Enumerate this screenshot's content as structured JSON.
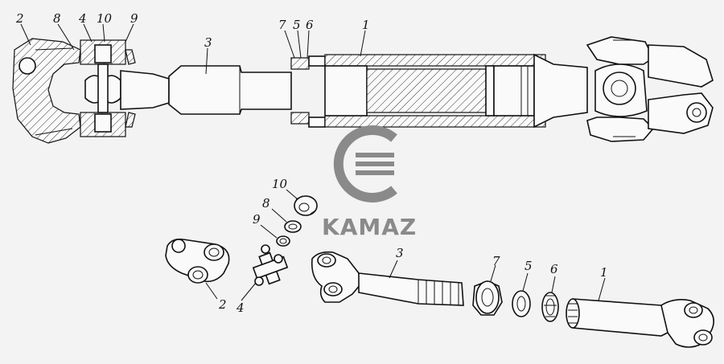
{
  "brand": {
    "logo_text": "KAMAZ",
    "logo_color": "#8a8a8a"
  },
  "callouts": {
    "top": {
      "yoke_left": "2",
      "ring_8": "8",
      "cross_4": "4",
      "bearing_10": "10",
      "seal_9": "9",
      "shaft_3": "3",
      "ring_7": "7",
      "ring_5": "5",
      "ring_6": "6",
      "tube_1": "1"
    },
    "bottom": {
      "bearing_10": "10",
      "ring_8": "8",
      "seal_9": "9",
      "yoke_2": "2",
      "cross_4": "4",
      "shaft_3": "3",
      "seal_7": "7",
      "ring_5": "5",
      "washer_6": "6",
      "tube_1": "1"
    }
  }
}
